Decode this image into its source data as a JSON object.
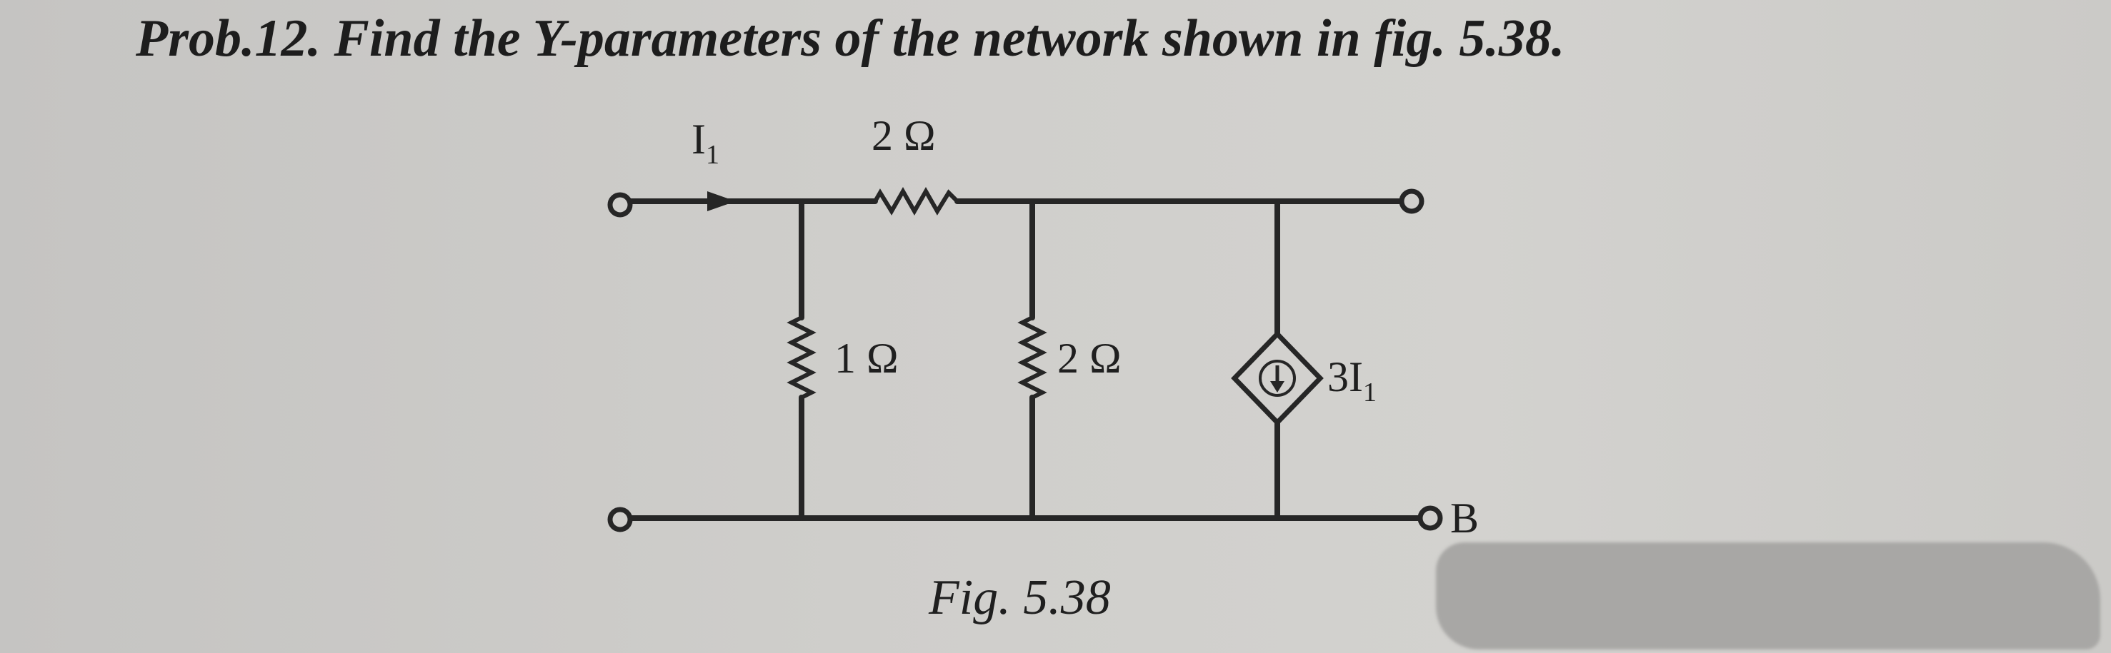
{
  "problem": {
    "title": "Prob.12. Find the Y-parameters of the network shown in fig. 5.38."
  },
  "circuit": {
    "current_label": {
      "main": "I",
      "sub": "1"
    },
    "series_resistor": "2 Ω",
    "shunt_resistor_1": "1 Ω",
    "shunt_resistor_2": "2 Ω",
    "dependent_source": {
      "main": "3I",
      "sub": "1"
    },
    "terminal_label": "B"
  },
  "caption": "Fig. 5.38"
}
